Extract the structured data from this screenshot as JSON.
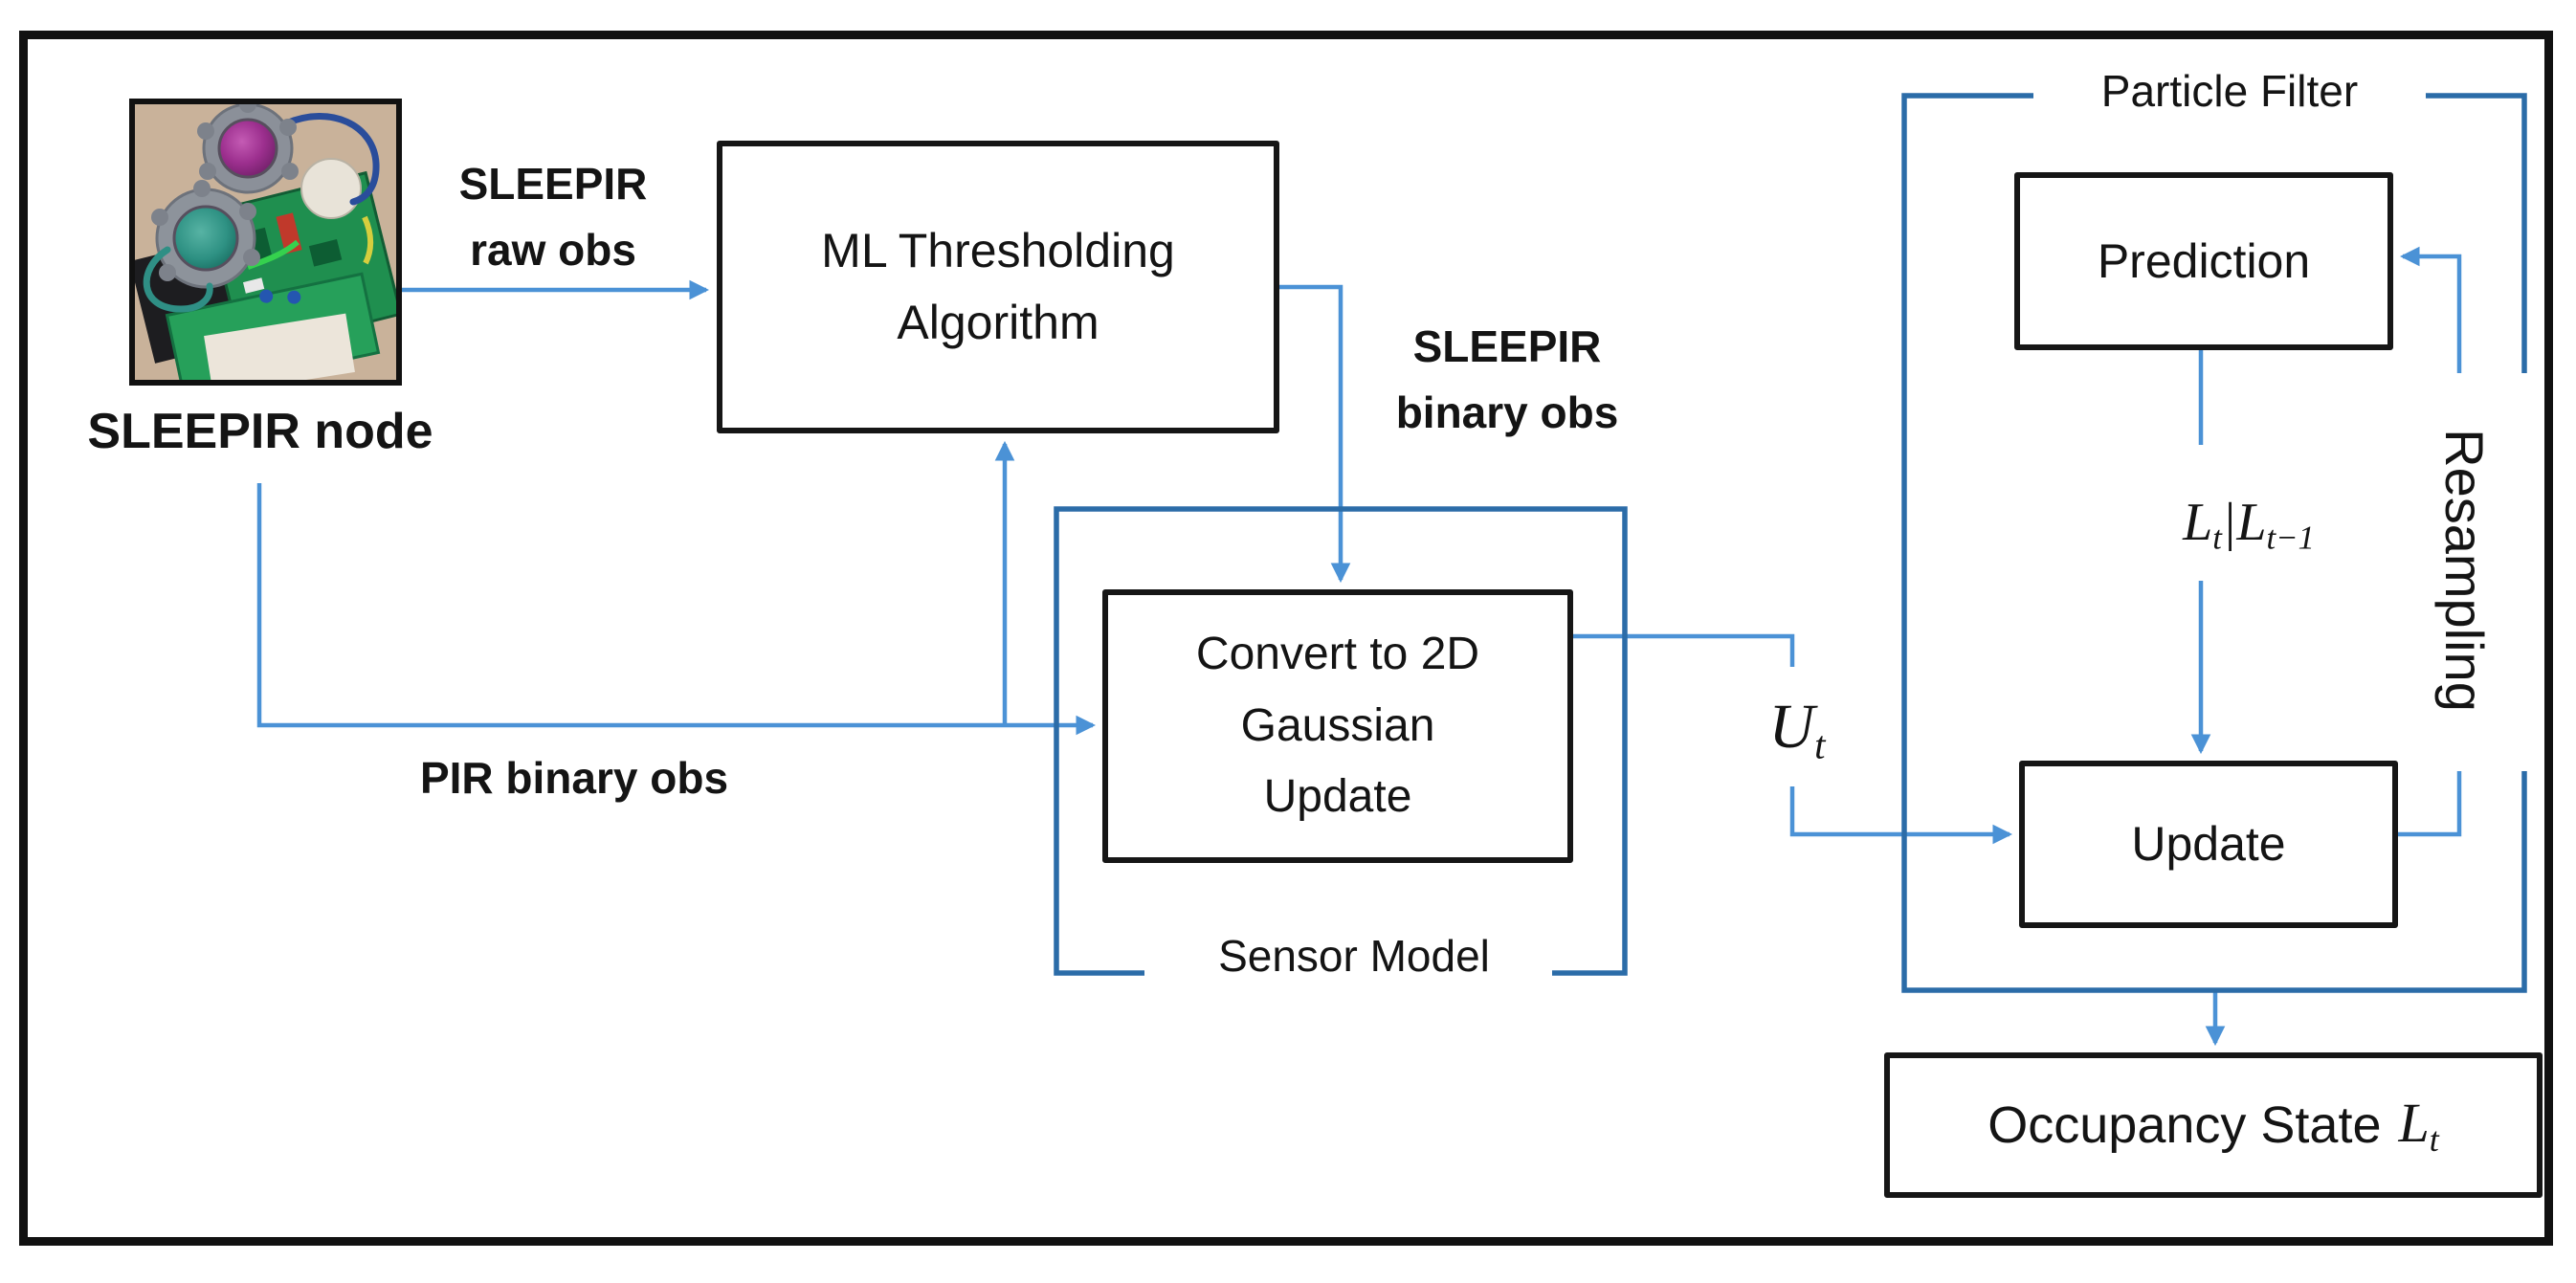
{
  "photo": {
    "caption": "SLEEPIR node"
  },
  "labels": {
    "raw_obs": [
      "SLEEPIR",
      "raw obs"
    ],
    "binary_obs": [
      "SLEEPIR",
      "binary obs"
    ],
    "pir_binary_obs": "PIR binary obs"
  },
  "boxes": {
    "ml": [
      "ML Thresholding",
      "Algorithm"
    ],
    "convert": [
      "Convert to 2D",
      "Gaussian",
      "Update"
    ],
    "prediction": "Prediction",
    "update": "Update",
    "occupancy_prefix": "Occupancy State"
  },
  "groups": {
    "sensor_model": "Sensor Model",
    "particle_filter": "Particle Filter",
    "resampling": "Resampling"
  },
  "math": {
    "u_base": "U",
    "u_sub": "t",
    "l_base": "L",
    "l_sub": "t",
    "pipe": "|",
    "l_prev_base": "L",
    "l_prev_sub": "t−1",
    "occ_l_base": "L",
    "occ_l_sub": "t"
  },
  "colors": {
    "arrow_light_blue": "#4b92d6",
    "bracket_dark_blue": "#2b6ca8",
    "box_border_black": "#161616",
    "photo_background_tan": "#c9b29a"
  }
}
